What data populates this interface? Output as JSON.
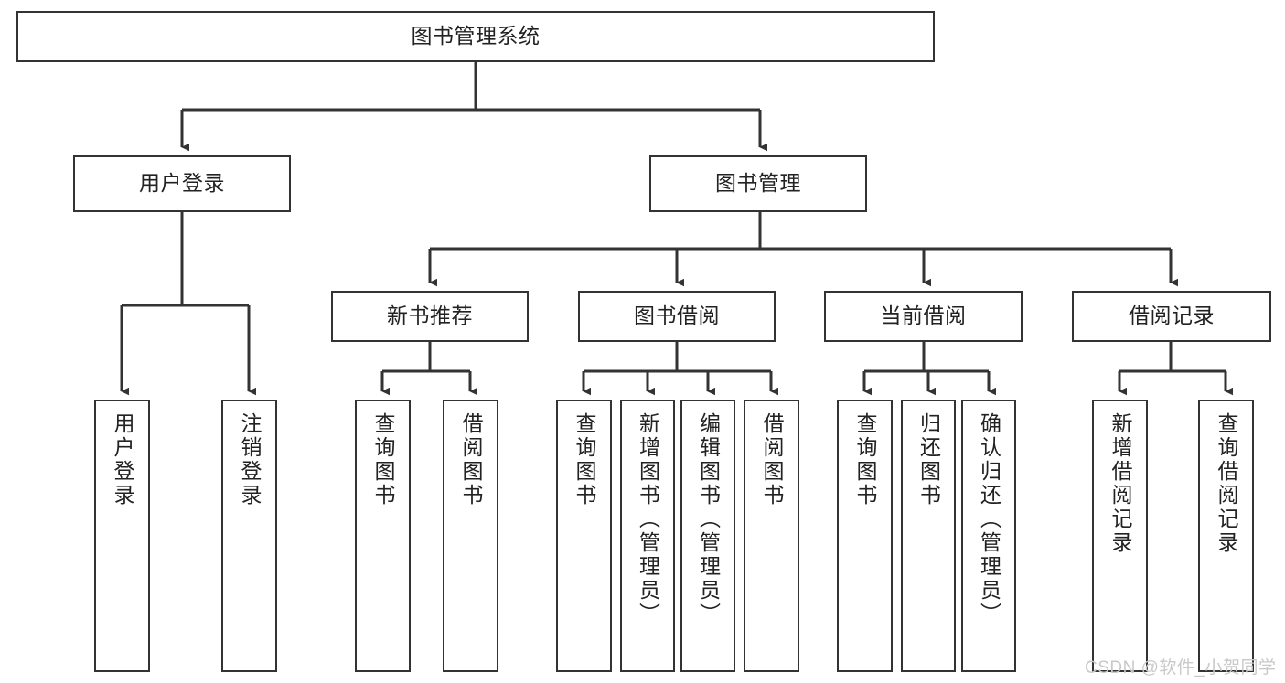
{
  "diagram": {
    "title": "图书管理系统",
    "type": "hierarchy-tree",
    "watermark": "CSDN @软件_小贺同学",
    "colors": {
      "box_border": "#333333",
      "box_fill": "#ffffff",
      "connector": "#333333",
      "text": "#222222",
      "watermark": "#c9c9c9"
    },
    "nodes": {
      "root": {
        "label": "图书管理系统"
      },
      "tier2": [
        {
          "id": "user-login",
          "label": "用户登录"
        },
        {
          "id": "book-management",
          "label": "图书管理"
        }
      ],
      "tier3": [
        {
          "id": "new-book-recommend",
          "label": "新书推荐"
        },
        {
          "id": "book-borrow",
          "label": "图书借阅"
        },
        {
          "id": "current-borrow",
          "label": "当前借阅"
        },
        {
          "id": "borrow-record",
          "label": "借阅记录"
        }
      ],
      "leaves": {
        "user-login": [
          {
            "id": "leaf-user-login",
            "label": "用户登录"
          },
          {
            "id": "leaf-logout-login",
            "label": "注销登录"
          }
        ],
        "new-book-recommend": [
          {
            "id": "leaf-query-book-1",
            "label": "查询图书"
          },
          {
            "id": "leaf-borrow-book-1",
            "label": "借阅图书"
          }
        ],
        "book-borrow": [
          {
            "id": "leaf-query-book-2",
            "label": "查询图书"
          },
          {
            "id": "leaf-add-book-admin",
            "label": "新增图书（管理员）"
          },
          {
            "id": "leaf-edit-book-admin",
            "label": "编辑图书（管理员）"
          },
          {
            "id": "leaf-borrow-book-2",
            "label": "借阅图书"
          }
        ],
        "current-borrow": [
          {
            "id": "leaf-query-book-3",
            "label": "查询图书"
          },
          {
            "id": "leaf-return-book",
            "label": "归还图书"
          },
          {
            "id": "leaf-confirm-return-admin",
            "label": "确认归还（管理员）"
          }
        ],
        "borrow-record": [
          {
            "id": "leaf-add-borrow-record",
            "label": "新增借阅记录"
          },
          {
            "id": "leaf-query-borrow-record",
            "label": "查询借阅记录"
          }
        ]
      }
    }
  }
}
